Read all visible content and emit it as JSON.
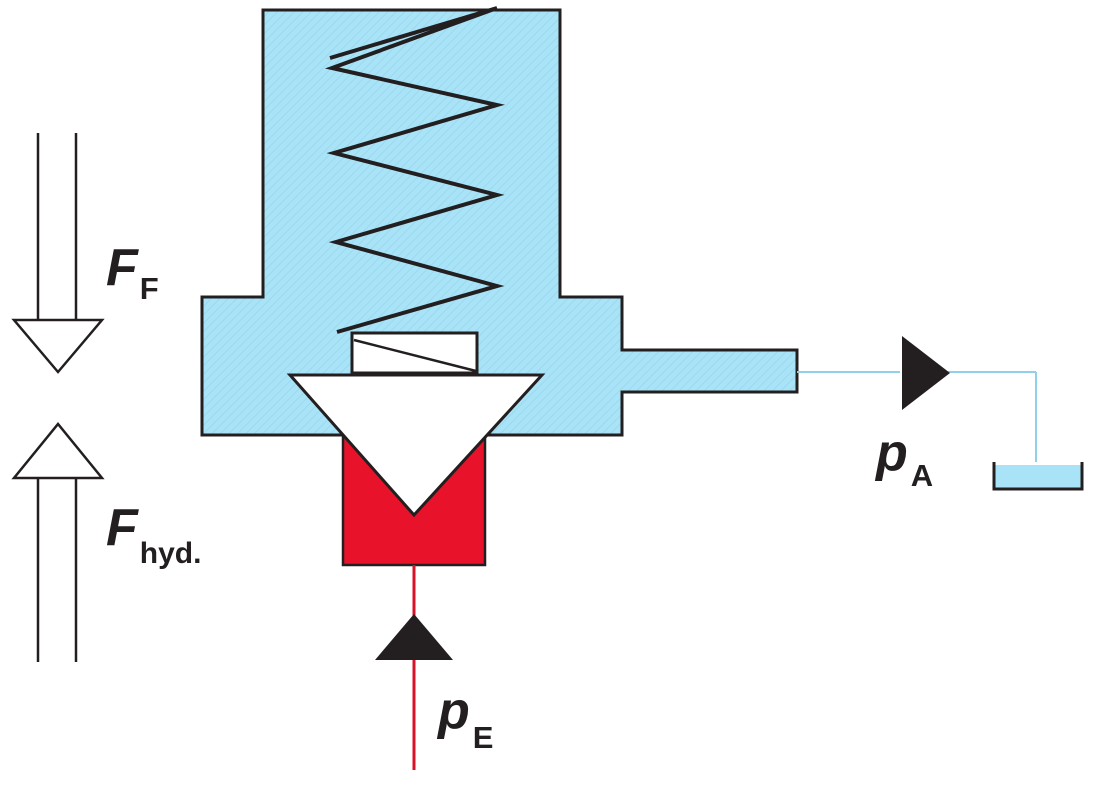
{
  "labels": {
    "spring_force": {
      "symbol": "F",
      "subscript": "F"
    },
    "hydraulic_force": {
      "symbol": "F",
      "subscript": "hyd."
    },
    "outlet_pressure": {
      "symbol": "p",
      "subscript": "A"
    },
    "inlet_pressure": {
      "symbol": "p",
      "subscript": "E"
    }
  },
  "colors": {
    "low_pressure_fluid": "#a9e3f7",
    "high_pressure_fluid": "#e8132a",
    "outline": "#231f20",
    "tank_fluid": "#a9e3f7",
    "background": "#ffffff"
  }
}
